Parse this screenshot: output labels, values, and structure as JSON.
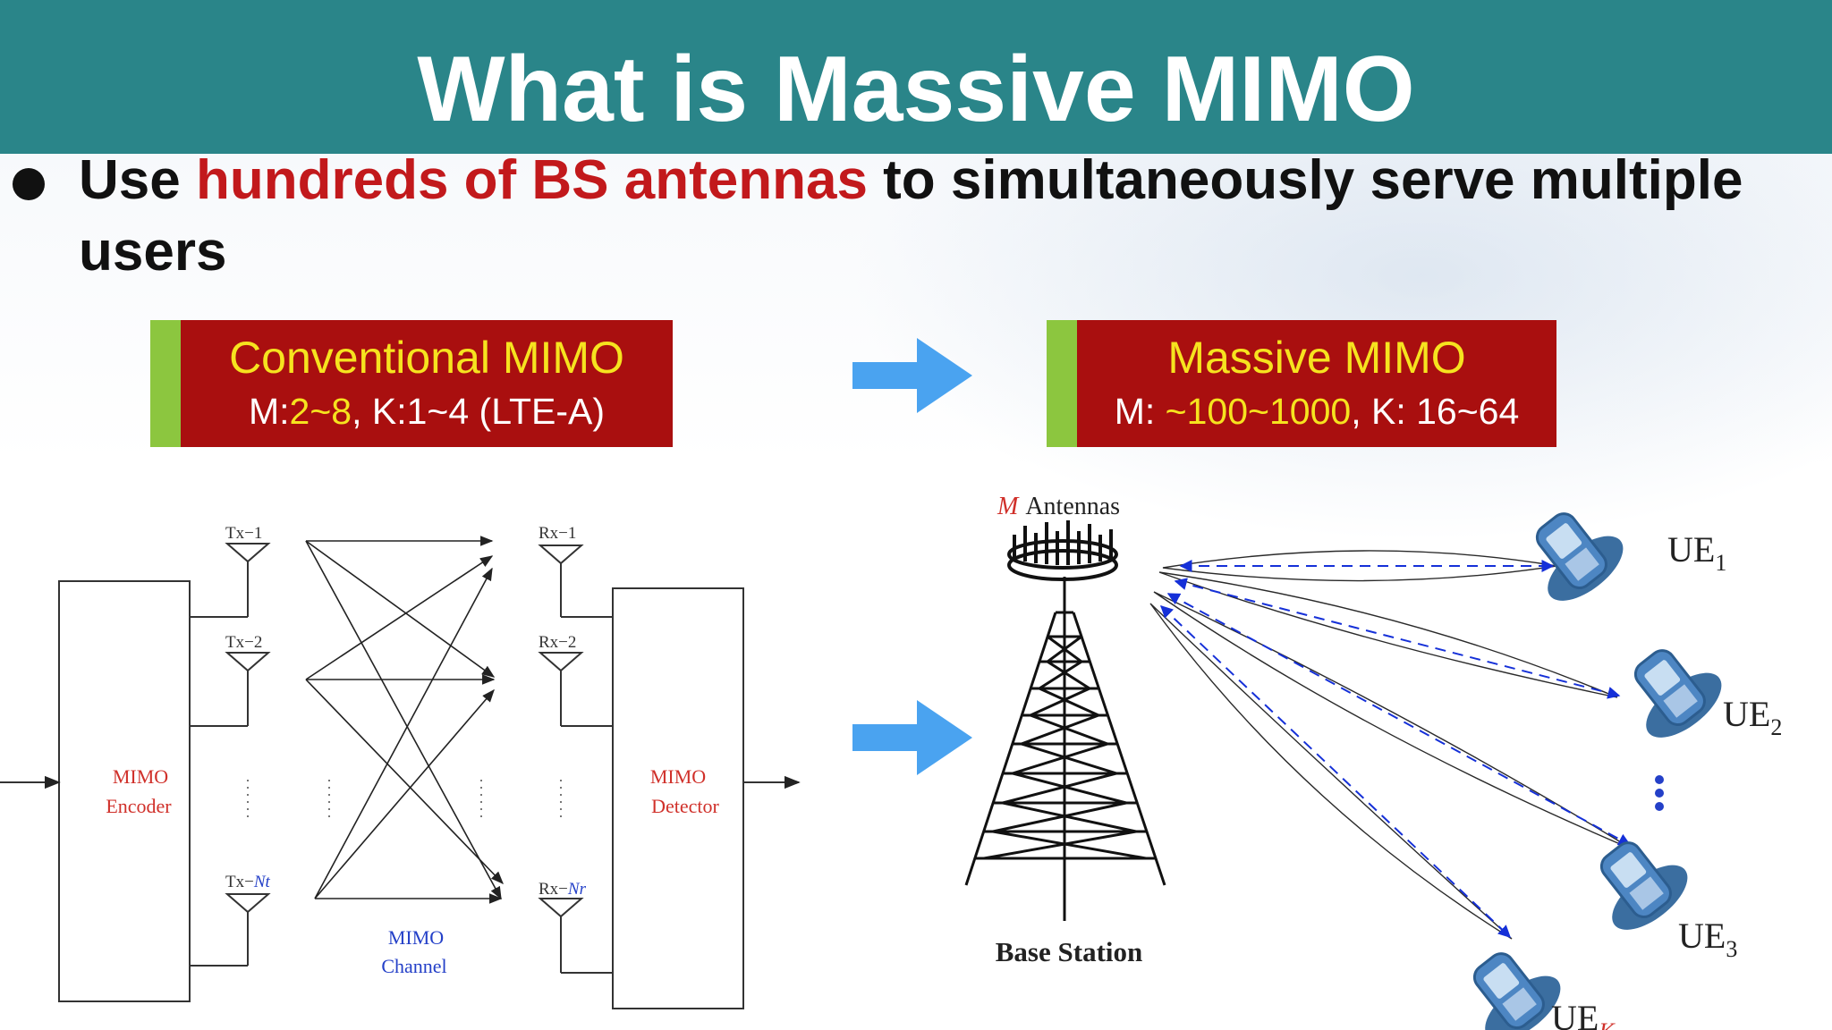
{
  "slide": {
    "title": "What is Massive MIMO",
    "bullet": {
      "pre": "Use ",
      "highlight": "hundreds of BS antennas",
      "post": " to simultaneously serve multiple users"
    }
  },
  "conventional_box": {
    "title": "Conventional MIMO",
    "m_label": "M:",
    "m_value": "2~8",
    "rest": ", K:1~4 (LTE-A)"
  },
  "massive_box": {
    "title": "Massive MIMO",
    "m_label": "M: ",
    "m_value": "~100~1000",
    "rest": ", K: 16~64"
  },
  "mimo_diagram": {
    "encoder_label_1": "MIMO",
    "encoder_label_2": "Encoder",
    "detector_label_1": "MIMO",
    "detector_label_2": "Detector",
    "channel_label_1": "MIMO",
    "channel_label_2": "Channel",
    "tx_labels": [
      "Tx−1",
      "Tx−2",
      "Tx−"
    ],
    "rx_labels": [
      "Rx−1",
      "Rx−2",
      "Rx−"
    ],
    "nt_label": "Nt",
    "nr_label": "Nr"
  },
  "massive_diagram": {
    "antennas_m": "M",
    "antennas_label": "Antennas",
    "base_station": "Base Station",
    "ue_base": "UE",
    "ue_subs": [
      "1",
      "2",
      "3",
      "K"
    ]
  },
  "colors": {
    "header": "#2a8589",
    "box_red": "#a90f0f",
    "box_green": "#8cc63f",
    "yellow": "#f6e31f",
    "arrow_blue": "#4aa3f0",
    "label_red": "#d0302a",
    "label_blue": "#2440c8"
  },
  "icons": [
    "bullet-dot",
    "right-arrow-icon",
    "antenna-icon",
    "tower-icon",
    "phone-icon"
  ]
}
